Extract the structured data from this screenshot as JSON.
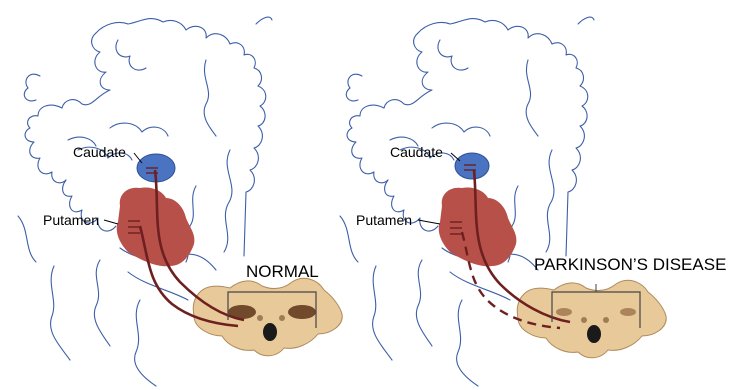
{
  "panels": [
    {
      "id": "normal",
      "title": "NORMAL",
      "labels": {
        "caudate": "Caudate",
        "putamen": "Putamen"
      }
    },
    {
      "id": "parkinsons",
      "title": "PARKINSON’S DISEASE",
      "labels": {
        "caudate": "Caudate",
        "putamen": "Putamen"
      }
    }
  ],
  "colors": {
    "brain_outline": "#3d5fa8",
    "caudate": "#4a73c2",
    "putamen": "#b8504a",
    "pathway": "#6e2020",
    "midbrain": "#e8c99a",
    "substantia_nigra": "#7a4a28"
  },
  "pathways": {
    "normal": {
      "nigrostriatal_to_putamen": "intact",
      "nigrostriatal_to_caudate": "intact"
    },
    "parkinsons": {
      "nigrostriatal_to_putamen": "degenerated (dashed)",
      "nigrostriatal_to_caudate": "intact"
    }
  }
}
